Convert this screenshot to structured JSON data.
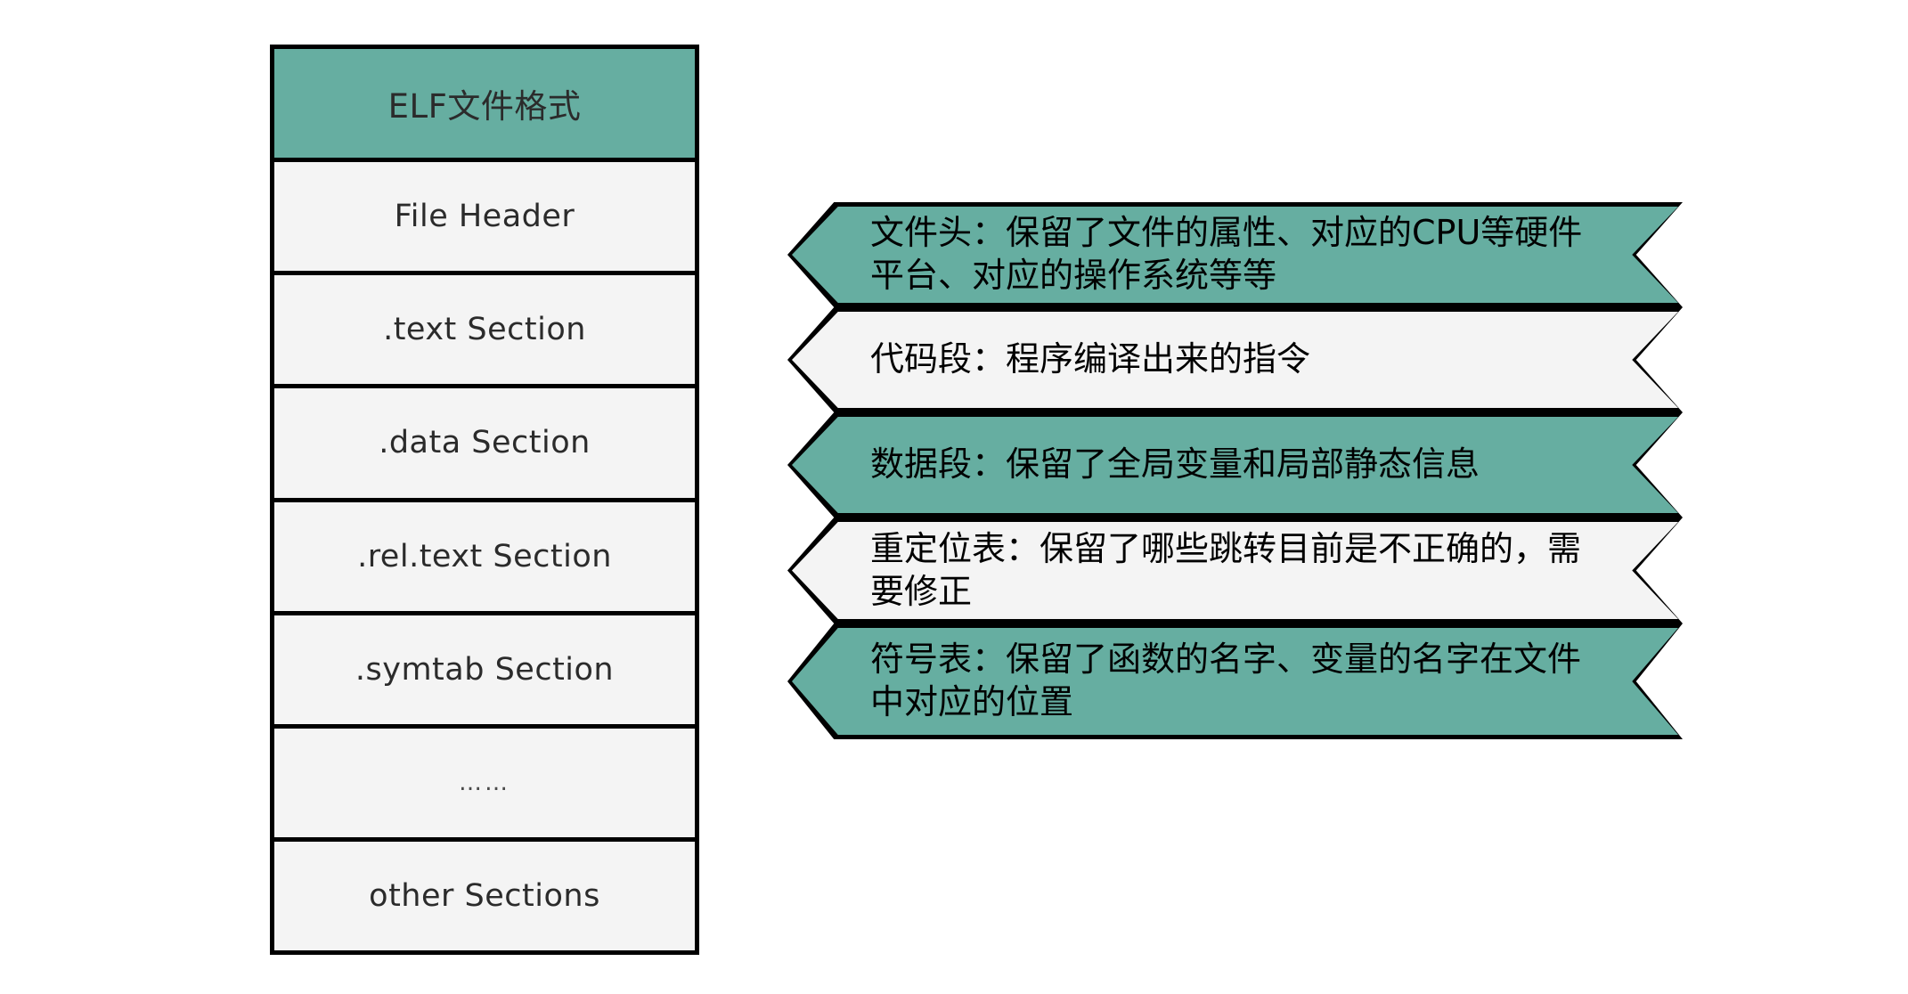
{
  "diagram": {
    "title": "ELF文件格式",
    "colors": {
      "accent_teal": "#66aea1",
      "row_light": "#f4f4f4",
      "outline": "#000000",
      "text_dark": "#2b2b2b"
    }
  },
  "elf_stack": {
    "rows": [
      {
        "label": "ELF文件格式",
        "style": "header"
      },
      {
        "label": "File Header",
        "style": "light"
      },
      {
        "label": ".text Section",
        "style": "light"
      },
      {
        "label": ".data Section",
        "style": "light"
      },
      {
        "label": ".rel.text Section",
        "style": "light"
      },
      {
        "label": ".symtab Section",
        "style": "light"
      },
      {
        "label": "……",
        "style": "ellipsis"
      },
      {
        "label": "other Sections",
        "style": "light"
      }
    ]
  },
  "banners": {
    "items": [
      {
        "text": "文件头：保留了文件的属性、对应的CPU等硬件平台、对应的操作系统等等",
        "style": "teal",
        "describes": "File Header"
      },
      {
        "text": "代码段：程序编译出来的指令",
        "style": "light",
        "describes": ".text Section"
      },
      {
        "text": "数据段：保留了全局变量和局部静态信息",
        "style": "teal",
        "describes": ".data Section"
      },
      {
        "text": "重定位表：保留了哪些跳转目前是不正确的，需要修正",
        "style": "light",
        "describes": ".rel.text Section"
      },
      {
        "text": "符号表：保留了函数的名字、变量的名字在文件中对应的位置",
        "style": "teal",
        "describes": ".symtab Section"
      }
    ]
  }
}
